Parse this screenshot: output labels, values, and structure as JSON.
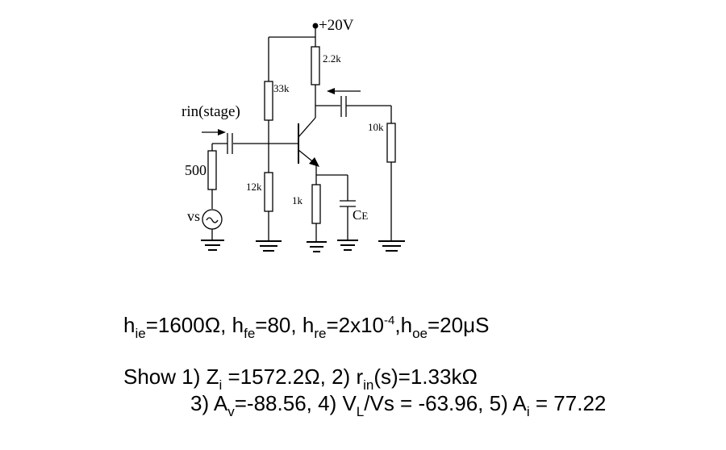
{
  "circuit": {
    "supply": "+20V",
    "r_collector": "2.2k",
    "r_bias_top": "33k",
    "r_bias_bottom": "12k",
    "r_emitter": "1k",
    "r_load": "10k",
    "r_source": "500",
    "source": "vs",
    "capacitor_emitter": "C",
    "capacitor_emitter_sub": "E",
    "rin_label": "rin(stage)"
  },
  "params": {
    "hie_sym": "h",
    "hie_sub": "ie",
    "hie_val": "=1600Ω, ",
    "hfe_sym": "h",
    "hfe_sub": "fe",
    "hfe_val": "=80, ",
    "hre_sym": "h",
    "hre_sub": "re",
    "hre_val": "=2x10",
    "hre_exp": "-4",
    "hre_sep": ",",
    "hoe_sym": "h",
    "hoe_sub": "oe",
    "hoe_val": "=20μS"
  },
  "results": {
    "line1_prefix": "Show 1) Z",
    "zi_sub": "i",
    "zi_val": " =1572.2Ω, 2) r",
    "rin_sub": "in",
    "rin_val": "(s)=1.33kΩ",
    "line2_prefix": "3) A",
    "av_sub": "v",
    "av_val": "=-88.56, 4) V",
    "vl_sub": "L",
    "vl_val": "/Vs = -63.96, 5) A",
    "ai_sub": "i",
    "ai_val": " = 77.22"
  }
}
